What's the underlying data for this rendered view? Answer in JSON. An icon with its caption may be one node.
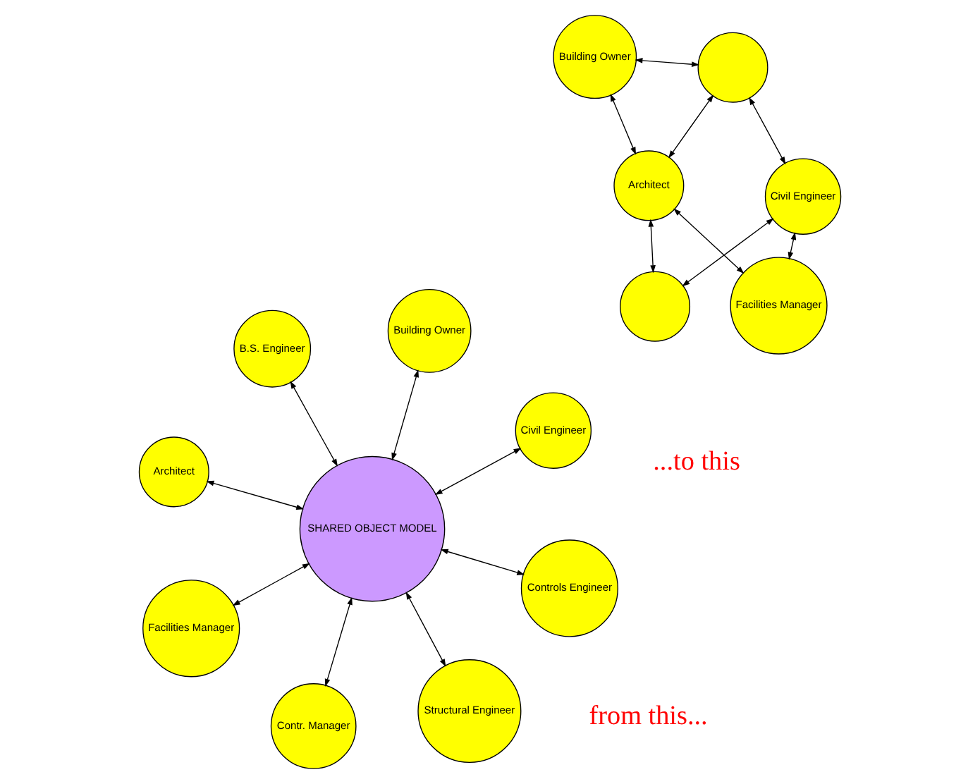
{
  "diagram": {
    "nodes": [
      {
        "text": [
          "Architect"
        ]
      },
      {
        "text": [
          "Civil Engineer"
        ]
      },
      {
        "text": [],
        "shape": "circle"
      },
      {
        "text": [
          "Building Owner"
        ]
      },
      {
        "text": [
          "Facilities Manager"
        ]
      },
      {
        "text": [],
        "shape": "circle"
      },
      {
        "text": [
          "Architect"
        ]
      },
      {
        "text": [
          "Civil Engineer"
        ]
      },
      {
        "text": [
          "Structural Engineer"
        ]
      },
      {
        "text": [
          "Building Owner"
        ]
      },
      {
        "text": [
          "SHARED OBJECT MODEL"
        ]
      },
      {
        "text": [
          "B.S. Engineer"
        ]
      },
      {
        "text": [
          "Facilities Manager"
        ]
      },
      {
        "text": [
          "Controls Engineer"
        ]
      },
      {
        "text": [
          "Contr. Manager"
        ]
      }
    ],
    "edges": [
      {
        "from": 1,
        "to": 4,
        "arrow": "both"
      },
      {
        "from": 0,
        "to": 3,
        "arrow": "both"
      },
      {
        "from": 0,
        "to": 4,
        "arrow": "both"
      },
      {
        "from": 1,
        "to": 5,
        "arrow": "both"
      },
      {
        "from": 3,
        "to": 5,
        "arrow": "both"
      },
      {
        "from": 2,
        "to": 1,
        "arrow": "both"
      },
      {
        "from": 2,
        "to": 0,
        "arrow": "both"
      },
      {
        "from": 0,
        "to": 5,
        "arrow": "both"
      },
      {
        "from": 6,
        "to": 10,
        "arrow": "both"
      },
      {
        "from": 7,
        "to": 10,
        "arrow": "both"
      },
      {
        "from": 8,
        "to": 10,
        "arrow": "both"
      },
      {
        "from": 9,
        "to": 10,
        "arrow": "both"
      },
      {
        "from": 11,
        "to": 10,
        "arrow": "both"
      },
      {
        "from": 12,
        "to": 10,
        "arrow": "both"
      },
      {
        "from": 13,
        "to": 10,
        "arrow": "both"
      },
      {
        "from": 14,
        "to": 10,
        "arrow": "both"
      }
    ],
    "labels": [
      "from this...",
      "...to this"
    ]
  }
}
